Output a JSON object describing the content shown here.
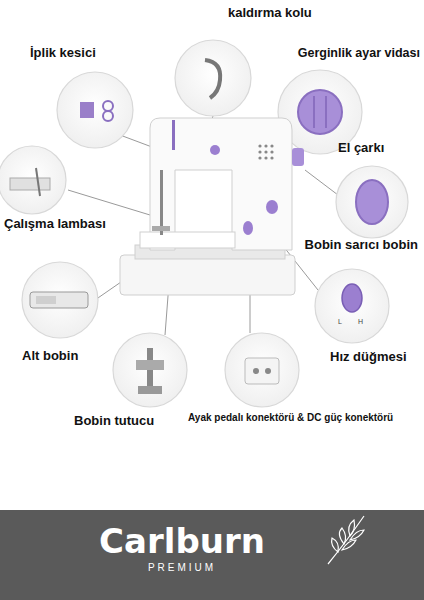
{
  "diagram": {
    "nodes": [
      {
        "text": [
          "Carlburn",
          "PREMIUM"
        ]
      }
    ],
    "labels": [
      "kaldırma kolu",
      "İplik kesici",
      "Gerginlik ayar vidası",
      "El çarkı",
      "Çalışma lambası",
      "Bobin sarıcı bobin",
      "Alt bobin",
      "Hız düğmesi",
      "L",
      "H",
      "Bobin tutucu",
      "Ayak pedalı konektörü & DC güç konektörü"
    ]
  }
}
